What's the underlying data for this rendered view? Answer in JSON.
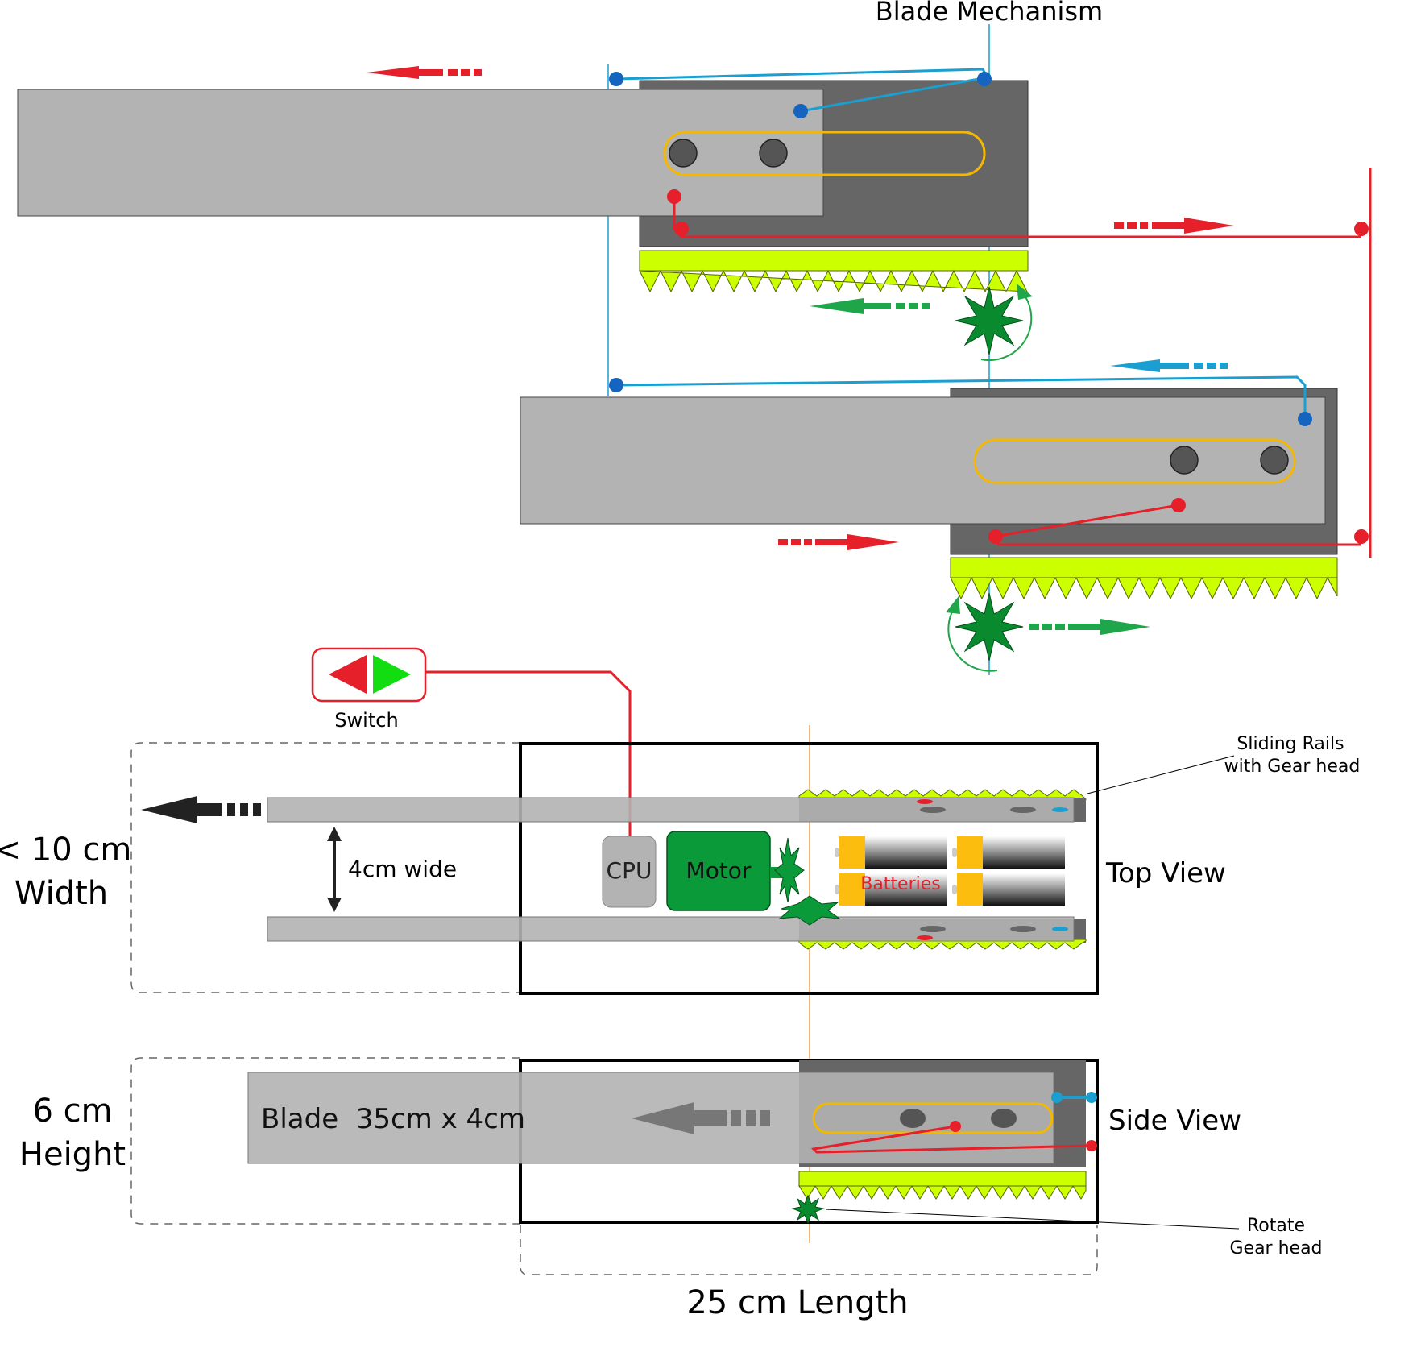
{
  "title": "Blade Mechanism",
  "labels": {
    "switch": "Switch",
    "sliding_rails": [
      "Sliding Rails",
      "with Gear head"
    ],
    "width": [
      "< 10 cm",
      "Width"
    ],
    "height": [
      "6 cm",
      "Height"
    ],
    "gap": "4cm wide",
    "cpu": "CPU",
    "motor": "Motor",
    "batteries": "Batteries",
    "top_view": "Top View",
    "side_view": "Side View",
    "blade": "Blade  35cm x 4cm",
    "rotate_gear": [
      "Rotate",
      "Gear head"
    ],
    "length": "25 cm Length"
  },
  "colors": {
    "blade": "#b3b3b3",
    "housing": "#666666",
    "rack": "#ccff00",
    "gear": "#0a8a2e",
    "rail_orange": "#f5b800",
    "wire_red": "#e5202a",
    "wire_blue": "#1a9fd0",
    "arrow_green": "#1fa64a",
    "battery_cap": "#fdbd0f",
    "guide_orange": "#f0a050"
  }
}
